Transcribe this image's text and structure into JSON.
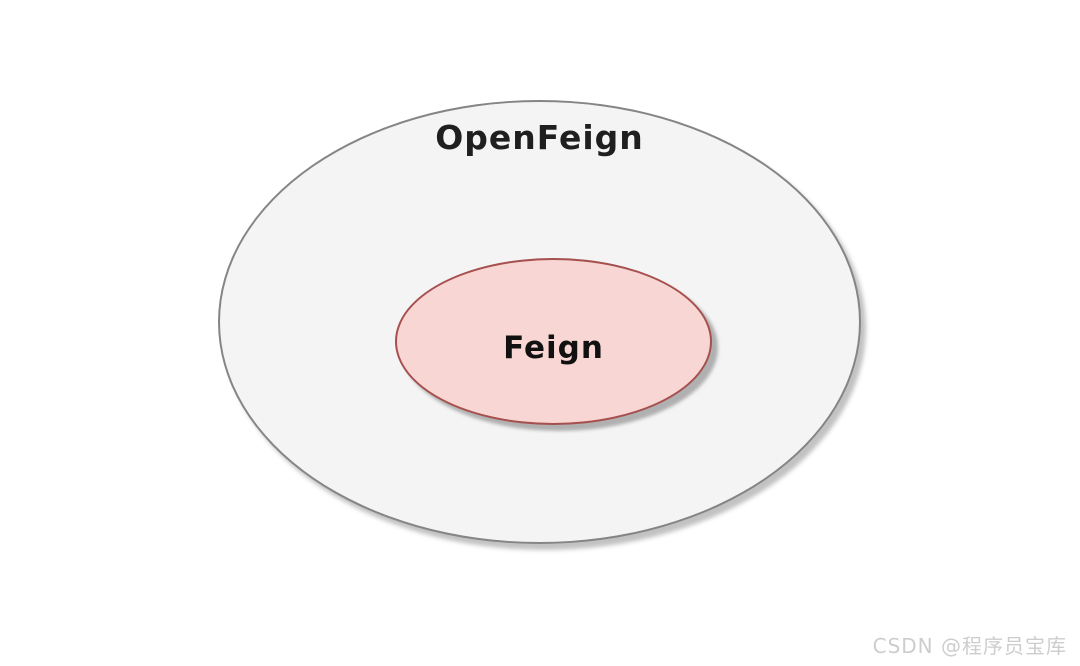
{
  "diagram": {
    "type": "euler-containment",
    "outer_ellipse": {
      "label": "OpenFeign",
      "fill": "#f4f4f4",
      "border_color": "#858585"
    },
    "inner_ellipse": {
      "label": "Feign",
      "fill": "#f8d6d3",
      "border_color": "#a5504e"
    }
  },
  "watermark": {
    "text": "CSDN @程序员宝库",
    "color": "#cdcdcd"
  }
}
